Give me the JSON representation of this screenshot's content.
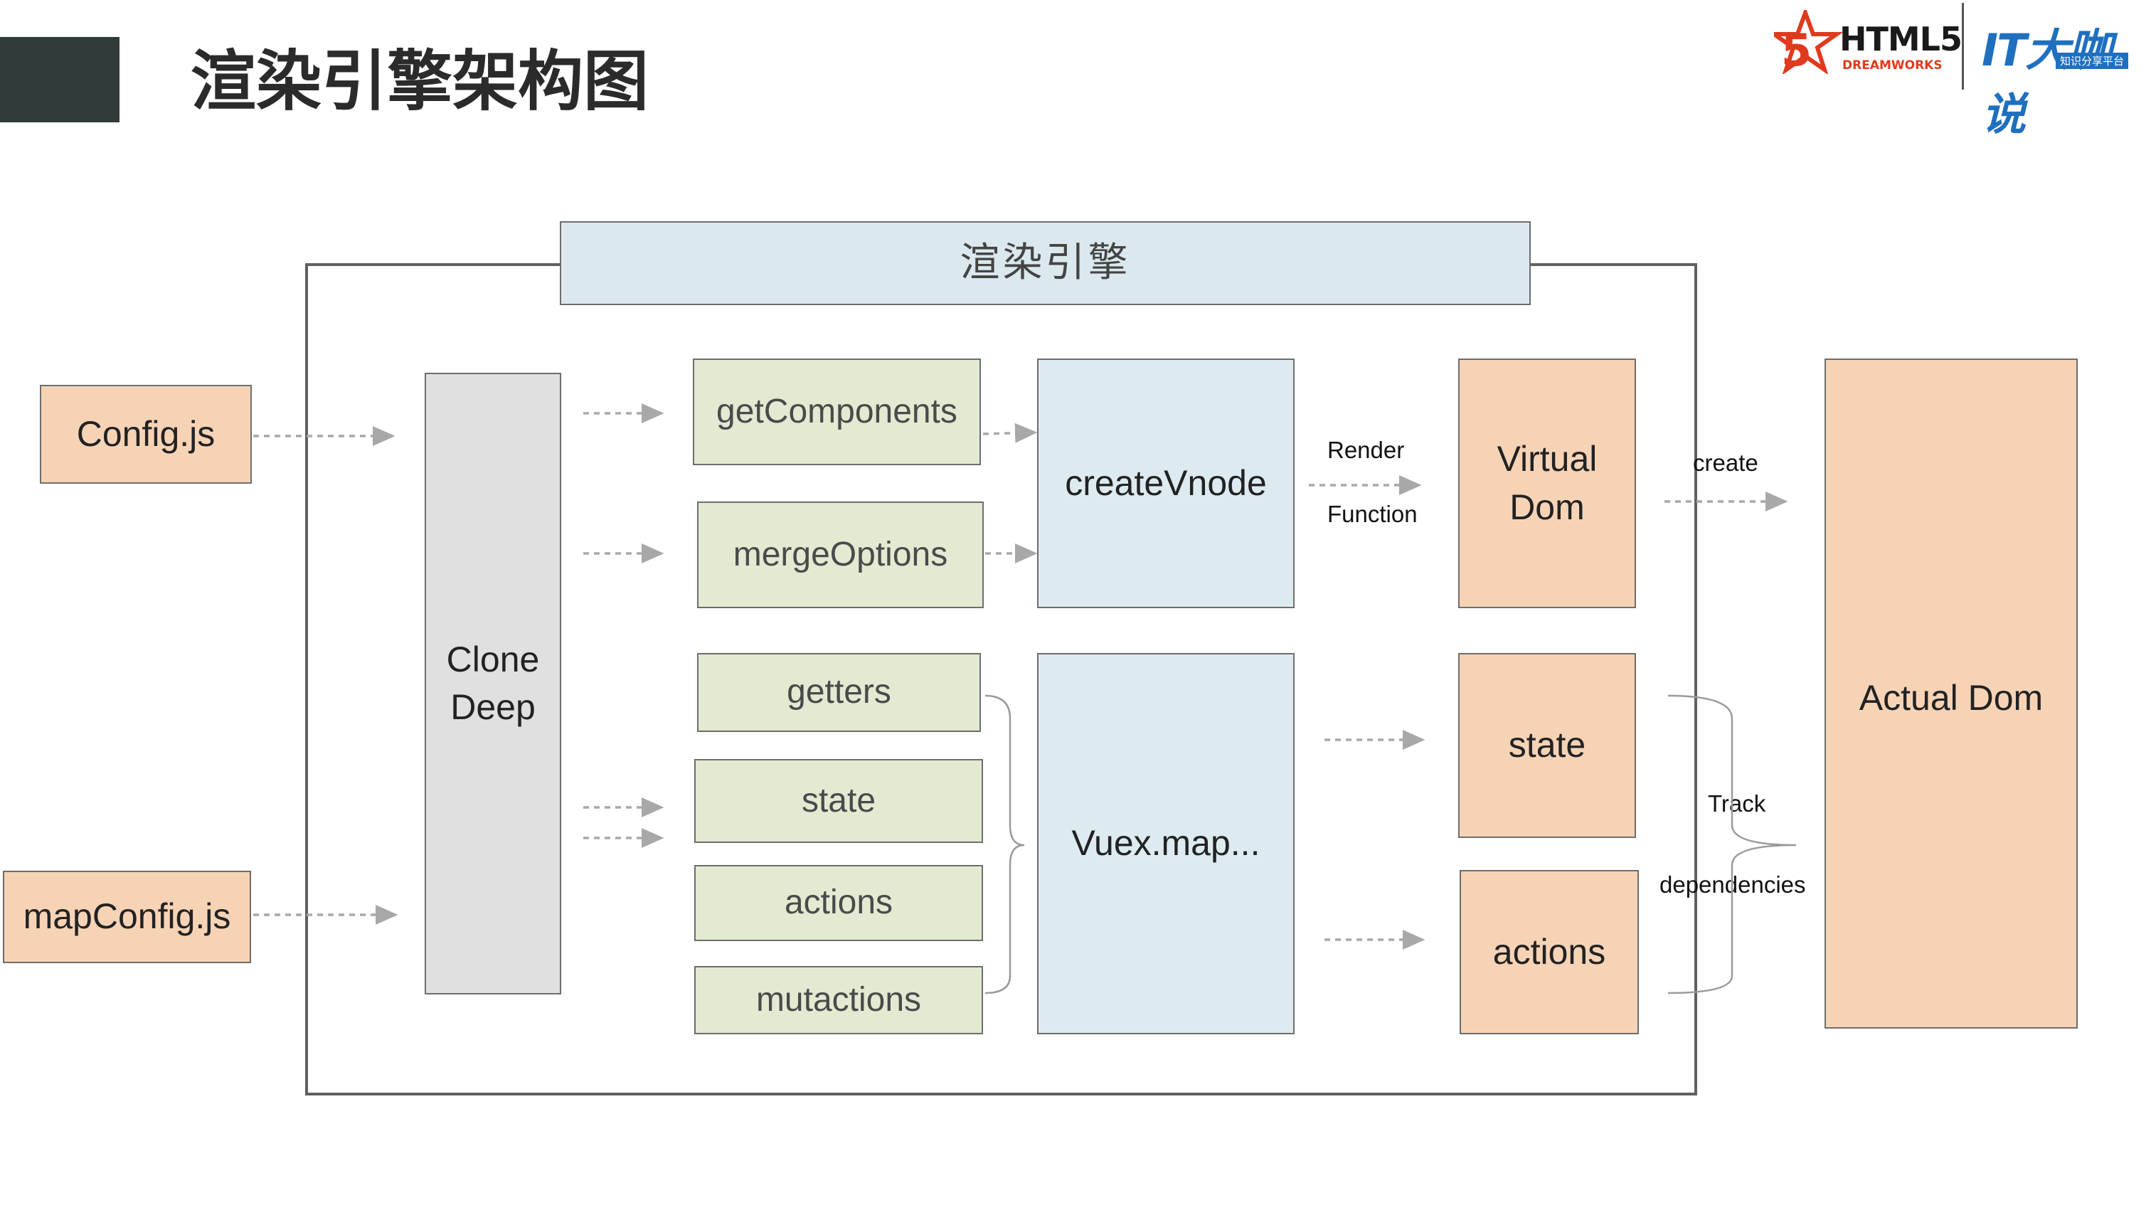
{
  "header": {
    "title": "渲染引擎架构图",
    "logo_text": "HTML5",
    "logo_subtext": "DREAMWORKS",
    "logo_number": "5",
    "partner_logo_text": "IT大咖说",
    "partner_logo_subtext": "知识分享平台",
    "colors": {
      "header_bar": "#2f3b38",
      "logo_red": "#e03a1e",
      "partner_blue": "#1f6fbf"
    }
  },
  "engine": {
    "label": "渲染引擎"
  },
  "inputs": {
    "config": "Config.js",
    "map_config": "mapConfig.js"
  },
  "clone_deep": {
    "line1": "Clone",
    "line2": "Deep"
  },
  "functions": {
    "get_components": "getComponents",
    "merge_options": "mergeOptions",
    "getters": "getters",
    "state": "state",
    "actions": "actions",
    "mutactions": "mutactions"
  },
  "create_vnode": "createVnode",
  "vuex_map": "Vuex.map...",
  "render_function": {
    "line1": "Render",
    "line2": "Function"
  },
  "virtual_dom": {
    "line1": "Virtual",
    "line2": "Dom"
  },
  "outputs": {
    "state": "state",
    "actions": "actions"
  },
  "create_label": "create",
  "track_dependencies": {
    "line1": "Track",
    "line2": "dependencies"
  },
  "actual_dom": "Actual Dom",
  "colors": {
    "green_fill": "#e2ead2",
    "blue_fill": "#ddebf0",
    "peach_fill": "#f7d3b6",
    "grey_fill": "#e0e0e0",
    "arrow": "#a8a8a8"
  }
}
